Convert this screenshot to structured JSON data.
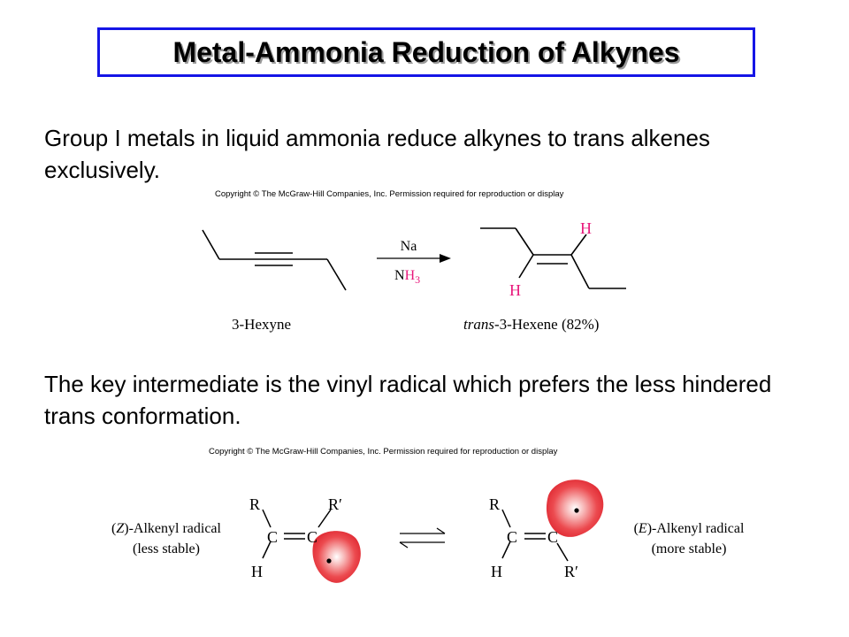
{
  "title": "Metal-Ammonia Reduction of Alkynes",
  "paragraph1": "Group I metals in liquid ammonia reduce alkynes to trans alkenes exclusively.",
  "paragraph2": "The key intermediate is the vinyl radical which prefers the less hindered trans conformation.",
  "copyright": "Copyright © The McGraw-Hill Companies, Inc. Permission required for reproduction or display",
  "reaction1": {
    "reactant_name": "3-Hexyne",
    "reagent_top": "Na",
    "reagent_bottom_main": "N",
    "reagent_bottom_h": "H",
    "reagent_bottom_sub": "3",
    "product_name_italic": "trans",
    "product_name_rest": "-3-Hexene (82%)",
    "h_top": "H",
    "h_bottom": "H"
  },
  "reaction2": {
    "z_label_line1_open": "(",
    "z_label_line1_italic": "Z",
    "z_label_line1_rest": ")-Alkenyl radical",
    "z_label_line2": "(less stable)",
    "e_label_line1_open": "(",
    "e_label_line1_italic": "E",
    "e_label_line1_rest": ")-Alkenyl radical",
    "e_label_line2": "(more stable)",
    "atom_r": "R",
    "atom_r_prime": "R′",
    "atom_c": "C",
    "atom_h": "H"
  },
  "colors": {
    "title_border": "#1515e6",
    "hydrogen_pink": "#e8167a",
    "orbital_red": "#e8333a"
  }
}
